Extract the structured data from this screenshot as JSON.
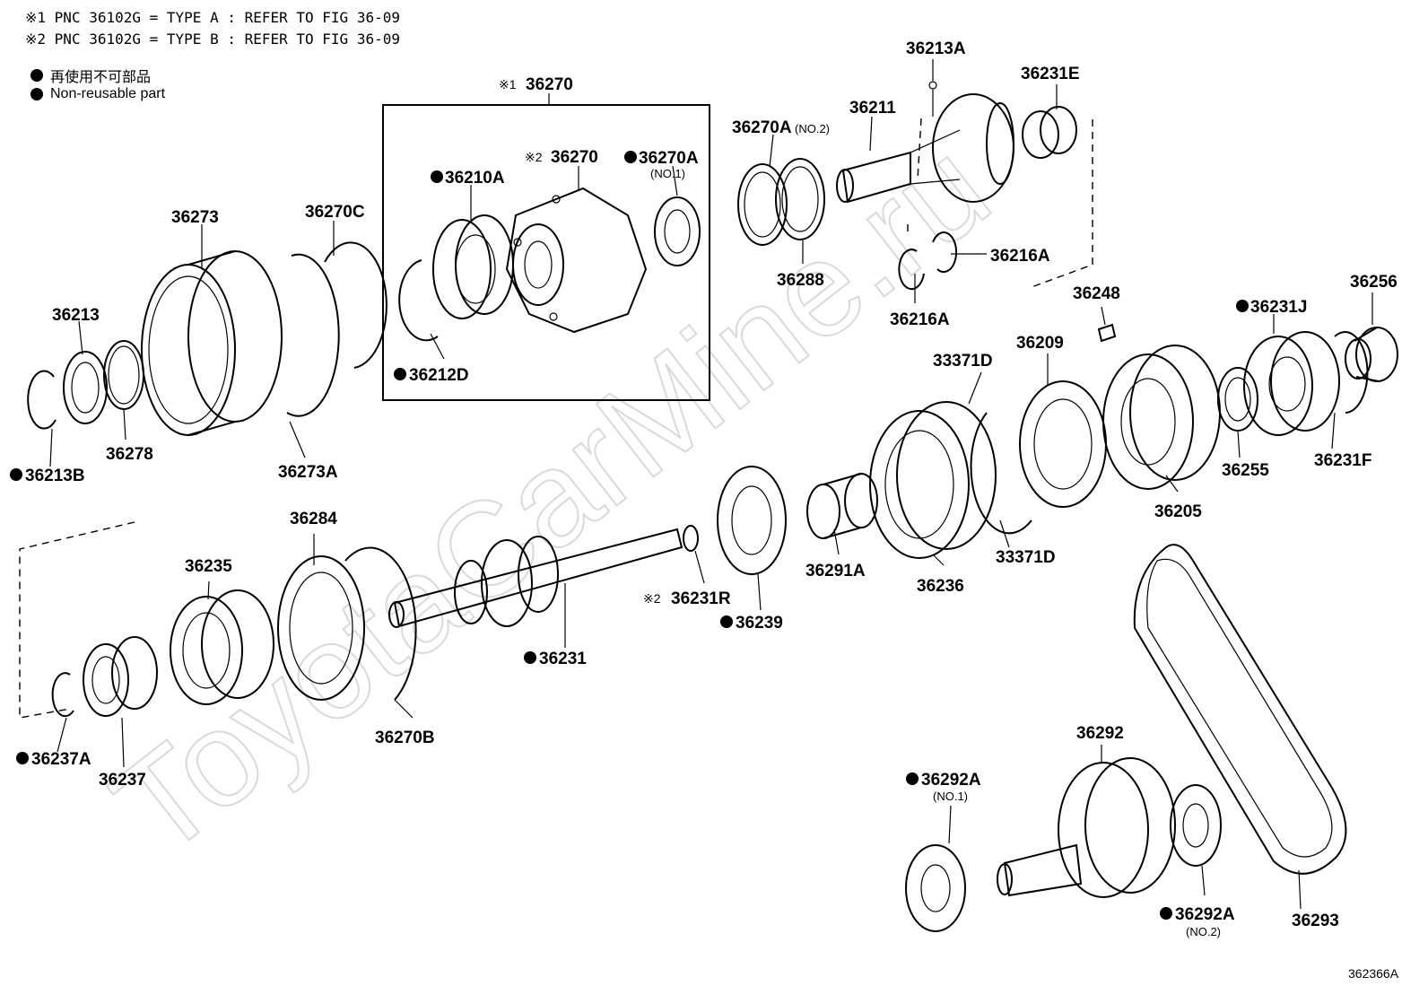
{
  "header": {
    "line1": "※1 PNC 36102G = TYPE A : REFER TO FIG 36-09",
    "line2": "※2 PNC 36102G = TYPE B : REFER TO FIG 36-09"
  },
  "legend": {
    "jp": "再使用不可部品",
    "en": "Non-reusable part"
  },
  "watermark": "ToyotaCarMine.ru",
  "diagram_code": "362366A",
  "parts": [
    {
      "number": "36213A"
    },
    {
      "number": "36231E"
    },
    {
      "number": "36270",
      "prefix": "※1"
    },
    {
      "number": "36270",
      "prefix": "※2"
    },
    {
      "number": "36270A",
      "non_reusable": true,
      "note": "(NO.1)"
    },
    {
      "number": "36210A",
      "non_reusable": true
    },
    {
      "number": "36211"
    },
    {
      "number": "36270A",
      "note": "(NO.2)"
    },
    {
      "number": "36273"
    },
    {
      "number": "36270C"
    },
    {
      "number": "36288"
    },
    {
      "number": "36216A"
    },
    {
      "number": "36216A"
    },
    {
      "number": "36213"
    },
    {
      "number": "36212D",
      "non_reusable": true
    },
    {
      "number": "36248"
    },
    {
      "number": "36256"
    },
    {
      "number": "36231J",
      "non_reusable": true
    },
    {
      "number": "36278"
    },
    {
      "number": "36213B",
      "non_reusable": true
    },
    {
      "number": "36273A"
    },
    {
      "number": "33371D"
    },
    {
      "number": "36209"
    },
    {
      "number": "36255"
    },
    {
      "number": "36231F"
    },
    {
      "number": "36205"
    },
    {
      "number": "36284"
    },
    {
      "number": "36235"
    },
    {
      "number": "36231R",
      "prefix": "※2"
    },
    {
      "number": "36239",
      "non_reusable": true
    },
    {
      "number": "36291A"
    },
    {
      "number": "36236"
    },
    {
      "number": "33371D"
    },
    {
      "number": "36231",
      "non_reusable": true
    },
    {
      "number": "36270B"
    },
    {
      "number": "36237A",
      "non_reusable": true
    },
    {
      "number": "36237"
    },
    {
      "number": "36292"
    },
    {
      "number": "36292A",
      "non_reusable": true,
      "note": "(NO.1)"
    },
    {
      "number": "36292A",
      "non_reusable": true,
      "note": "(NO.2)"
    },
    {
      "number": "36293"
    }
  ]
}
